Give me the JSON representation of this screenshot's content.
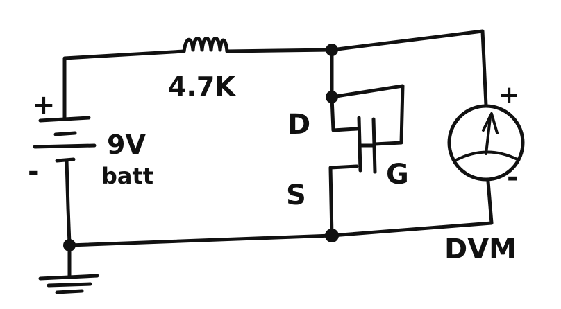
{
  "resistor": {
    "value": "4.7K"
  },
  "battery": {
    "voltage": "9V",
    "name": "batt",
    "plus": "+",
    "minus": "-"
  },
  "mosfet": {
    "drain": "D",
    "source": "S",
    "gate": "G"
  },
  "meter": {
    "name": "DVM",
    "plus": "+",
    "minus": "-"
  },
  "colors": {
    "ink": "#111111",
    "paper": "#ffffff"
  }
}
